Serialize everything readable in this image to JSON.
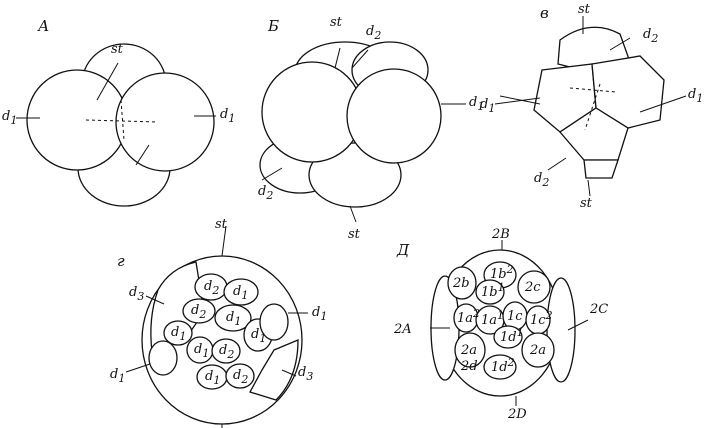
{
  "panels": {
    "a": {
      "letter": "А",
      "labels": {
        "st": "st",
        "d1_left": "d",
        "d1_left_sub": "1",
        "d1_right": "d",
        "d1_right_sub": "1"
      }
    },
    "b": {
      "letter": "Б",
      "labels": {
        "st_top": "st",
        "d2_top": "d",
        "d2_top_sub": "2",
        "d1_right": "d",
        "d1_right_sub": "1",
        "d2_bottom": "d",
        "d2_bottom_sub": "2",
        "st_bottom": "st"
      }
    },
    "v": {
      "letter": "в",
      "labels": {
        "st_top": "st",
        "d2_top": "d",
        "d2_top_sub": "2",
        "d1_left": "d",
        "d1_left_sub": "1",
        "d1_right": "d",
        "d1_right_sub": "1",
        "d2_bottom": "d",
        "d2_bottom_sub": "2",
        "st_bottom": "st"
      }
    },
    "g": {
      "letter": "г",
      "labels": {
        "st": "st",
        "d3_left": "d",
        "d3_left_sub": "3",
        "d1_right": "d",
        "d1_right_sub": "1",
        "d1_left": "d",
        "d1_left_sub": "1",
        "d3_right": "d",
        "d3_right_sub": "3",
        "c_d2_a": "d",
        "c_d2_a_sub": "2",
        "c_d1_a": "d",
        "c_d1_a_sub": "1",
        "c_d2_b": "d",
        "c_d2_b_sub": "2",
        "c_d1_b": "d",
        "c_d1_b_sub": "1",
        "c_d1_c": "d",
        "c_d1_c_sub": "1",
        "c_d1_d": "d",
        "c_d1_d_sub": "1",
        "c_d2_c": "d",
        "c_d2_c_sub": "2",
        "c_d1_e": "d",
        "c_d1_e_sub": "1",
        "c_d2_d": "d",
        "c_d2_d_sub": "2",
        "c_d1_f": "d",
        "c_d1_f_sub": "1"
      }
    },
    "d": {
      "letter": "Д",
      "labels": {
        "top": "2B",
        "left": "2A",
        "right": "2C",
        "bottom": "2D",
        "c_2b": "2b",
        "c_1b2": "1b",
        "c_1b2_sup": "2",
        "c_1b1": "1b",
        "c_1b1_sup": "1",
        "c_2c": "2c",
        "c_1a2": "1a",
        "c_1a2_sup": "2",
        "c_1a1": "1a",
        "c_1a1_sup": "1",
        "c_1c1": "1c",
        "c_1c2": "1c",
        "c_1c2_sup": "2",
        "c_1d1": "1d",
        "c_1d1_sup": "1",
        "c_2a_left": "2a",
        "c_2d": "2d",
        "c_1d2": "1d",
        "c_1d2_sup": "2",
        "c_2a_right": "2a"
      }
    }
  }
}
